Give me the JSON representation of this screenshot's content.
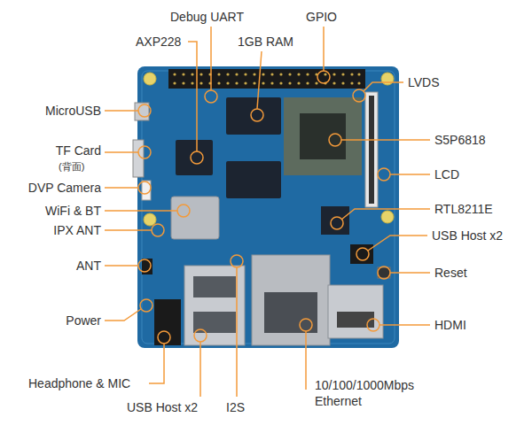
{
  "diagram": {
    "labels": [
      "Debug UART",
      "GPIO",
      "AXP228",
      "1GB RAM",
      "LVDS",
      "MicroUSB",
      "S5P6818",
      "TF Card",
      "(背面)",
      "DVP Camera",
      "LCD",
      "WiFi & BT",
      "RTL8211E",
      "IPX ANT",
      "USB Host x2",
      "ANT",
      "Reset",
      "Power",
      "HDMI",
      "Headphone & MIC",
      "USB Host x2",
      "I2S",
      "10/100/1000Mbps Ethernet"
    ]
  }
}
